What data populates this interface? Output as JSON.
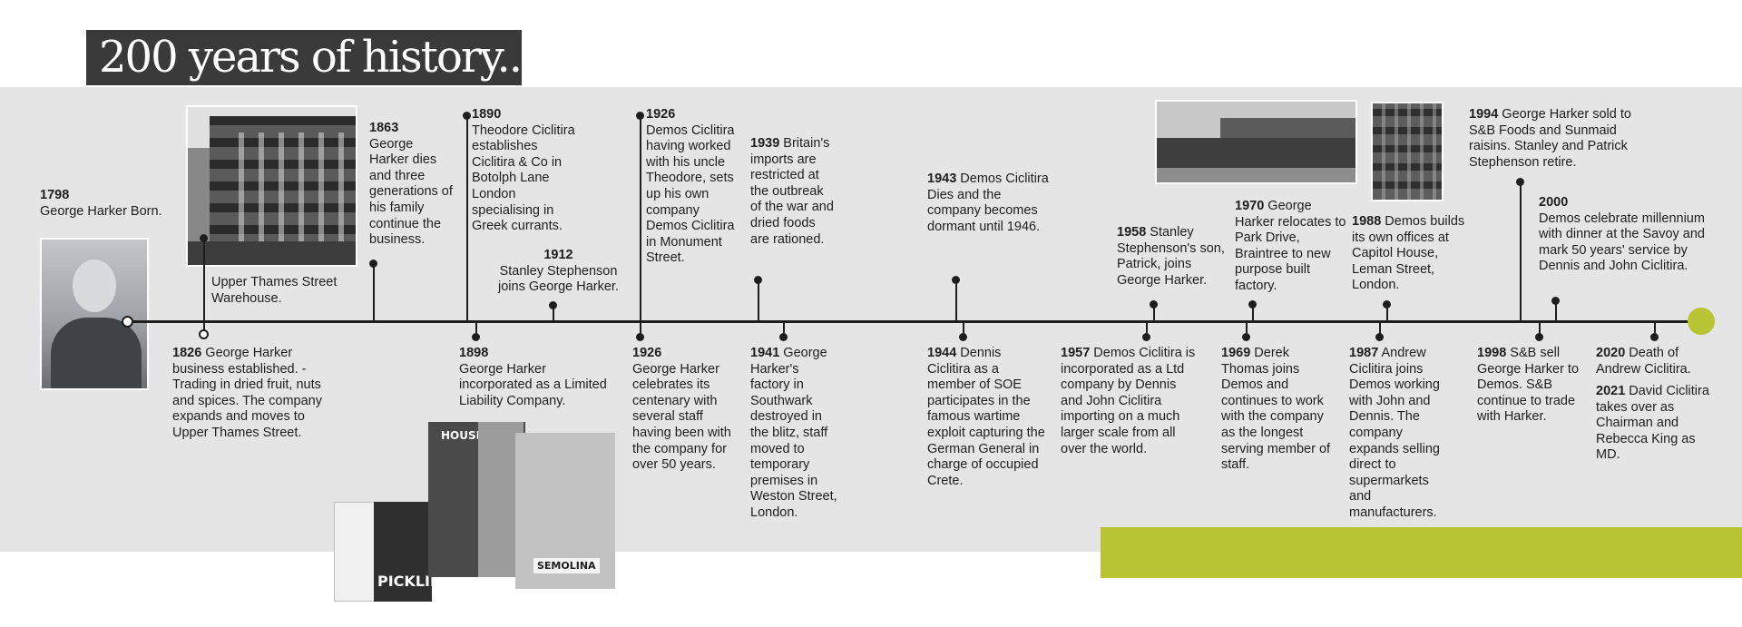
{
  "header": {
    "title": "200 years of history..."
  },
  "events_above": [
    {
      "year": "1798",
      "text": "George Harker Born."
    },
    {
      "year": "",
      "text": "Upper Thames Street Warehouse."
    },
    {
      "year": "1863",
      "text": "George Harker dies and three generations of his family continue the business."
    },
    {
      "year": "1890",
      "text": "Theodore Ciclitira establishes Ciclitira & Co in Botolph Lane London specialising in Greek currants."
    },
    {
      "year": "1912",
      "text": "Stanley Stephenson joins George Harker."
    },
    {
      "year": "1926",
      "text": "Demos Ciclitira having worked with his uncle Theodore, sets up his own company Demos Ciclitira in Monument Street."
    },
    {
      "year": "1939",
      "text": "Britain's imports are restricted at the outbreak of the war and dried foods are rationed."
    },
    {
      "year": "1943",
      "text": "Demos Ciclitira Dies and the company becomes dormant until 1946."
    },
    {
      "year": "1958",
      "text": "Stanley Stephenson's son, Patrick, joins George Harker."
    },
    {
      "year": "1970",
      "text": "George Harker relocates to Park Drive, Braintree to new purpose built factory."
    },
    {
      "year": "1988",
      "text": "Demos builds its own offices at Capitol House, Leman Street, London."
    },
    {
      "year": "1994",
      "text": "George Harker sold to S&B Foods and Sunmaid raisins. Stanley and Patrick Stephenson retire."
    },
    {
      "year": "2000",
      "text": "Demos celebrate millennium with dinner at the Savoy and mark 50 years' service by Dennis and John Ciclitira."
    }
  ],
  "events_below": [
    {
      "year": "1826",
      "text": "George Harker business established. - Trading in dried fruit, nuts and spices. The company expands and moves to Upper Thames Street."
    },
    {
      "year": "1898",
      "text": "George Harker incorporated as a Limited Liability Company."
    },
    {
      "year": "1926",
      "text": "George Harker celebrates its centenary with several staff having been with the company for over 50 years."
    },
    {
      "year": "1941",
      "text": "George Harker's factory in Southwark destroyed in the blitz, staff moved to temporary premises in Weston Street, London."
    },
    {
      "year": "1944",
      "text": "Dennis Ciclitira as a member of SOE participates in the famous wartime exploit capturing the German General in charge of occupied Crete."
    },
    {
      "year": "1957",
      "text": "Demos Ciclitira is incorporated as a Ltd company by Dennis and John Ciclitira importing on a much larger scale from all over the world."
    },
    {
      "year": "1969",
      "text": "Derek Thomas joins Demos and continues to work with the company as the longest serving member of staff."
    },
    {
      "year": "1987",
      "text": "Andrew Ciclitira joins Demos working with John and Dennis. The company expands selling direct to supermarkets and manufacturers."
    },
    {
      "year": "1998",
      "text": "S&B sell George Harker to Demos. S&B continue to trade with Harker."
    },
    {
      "year": "2020",
      "text": "Death of Andrew Ciclitira."
    },
    {
      "year": "2021",
      "text": "David Ciclitira takes over as Chairman and Rebecca King as MD."
    }
  ],
  "packaging": {
    "pickling": "PICKLING SPICE",
    "housewife": "HOUSEWIFE",
    "semolina": "SEMOLINA"
  },
  "colors": {
    "band": "#e5e5e5",
    "title_bg": "#3a3a3a",
    "accent": "#b8c432",
    "line": "#1e1e1e"
  }
}
